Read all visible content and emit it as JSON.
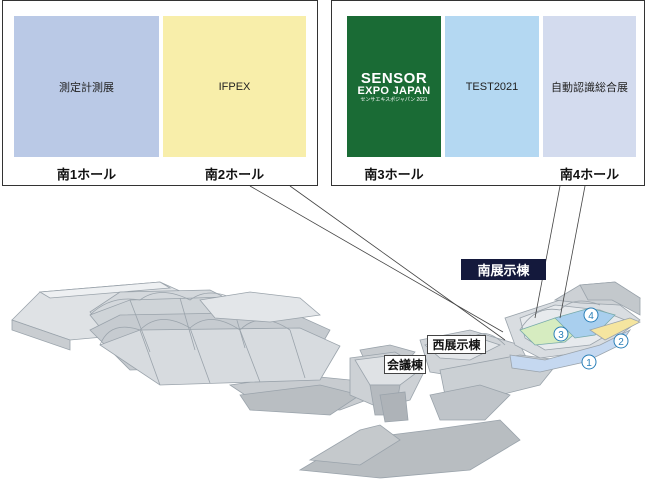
{
  "halls_left": [
    {
      "name": "測定計測展",
      "label": "南1ホール",
      "color": "#bac9e6"
    },
    {
      "name": "IFPEX",
      "label": "南2ホール",
      "color": "#f8eeaa"
    }
  ],
  "halls_right": [
    {
      "name": "SENSOR EXPO JAPAN",
      "label": "南3ホール",
      "color": "#1a6b35",
      "logo": {
        "line1": "SENSOR",
        "line2": "EXPO JAPAN",
        "line3": "センサエキスポジャパン 2021"
      }
    },
    {
      "name": "TEST2021",
      "label": "",
      "color": "#b4d8f2"
    },
    {
      "name": "自動認識総合展",
      "label": "南4ホール",
      "color": "#d3dbee"
    }
  ],
  "map": {
    "south_building": "南展示棟",
    "west_building": "西展示棟",
    "conference_tower": "会議棟",
    "hall_markers": [
      "1",
      "2",
      "3",
      "4"
    ]
  },
  "colors": {
    "marker_stroke": "#2a7fb8",
    "south_building_tag": "#14193c",
    "hall_3_highlight": "#d6ecc0",
    "hall_4_highlight": "#a9cfee"
  }
}
